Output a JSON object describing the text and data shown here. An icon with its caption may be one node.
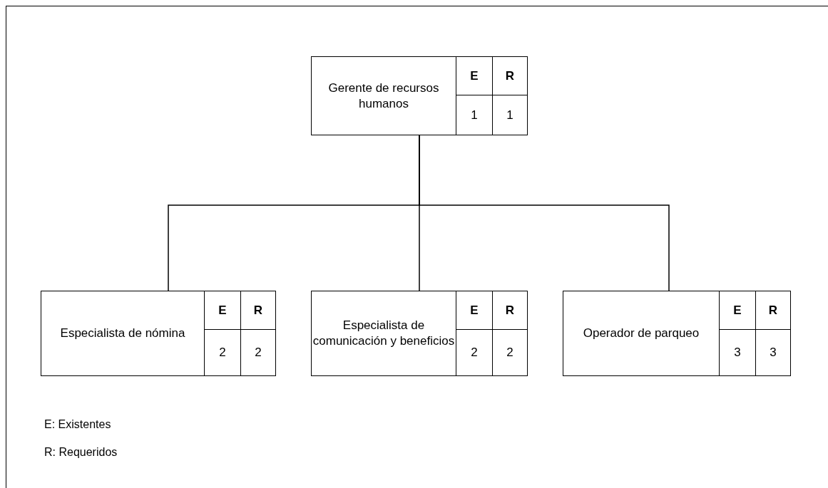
{
  "diagram": {
    "nodes": [
      {
        "text": [
          "Gerente de recursos humanos",
          "E",
          "R",
          "1",
          "1"
        ]
      },
      {
        "text": [
          "Especialista de nómina",
          "E",
          "R",
          "2",
          "2"
        ]
      },
      {
        "text": [
          "Especialista de comunicación y beneficios",
          "E",
          "R",
          "2",
          "2"
        ]
      },
      {
        "text": [
          "Operador de parqueo",
          "E",
          "R",
          "3",
          "3"
        ]
      }
    ],
    "edges": [
      {
        "from": 0,
        "to": 1,
        "arrow": "none"
      },
      {
        "from": 0,
        "to": 2,
        "arrow": "none"
      },
      {
        "from": 0,
        "to": 3,
        "arrow": "none"
      }
    ],
    "labels": [
      "E: Existentes",
      "R: Requeridos"
    ]
  }
}
